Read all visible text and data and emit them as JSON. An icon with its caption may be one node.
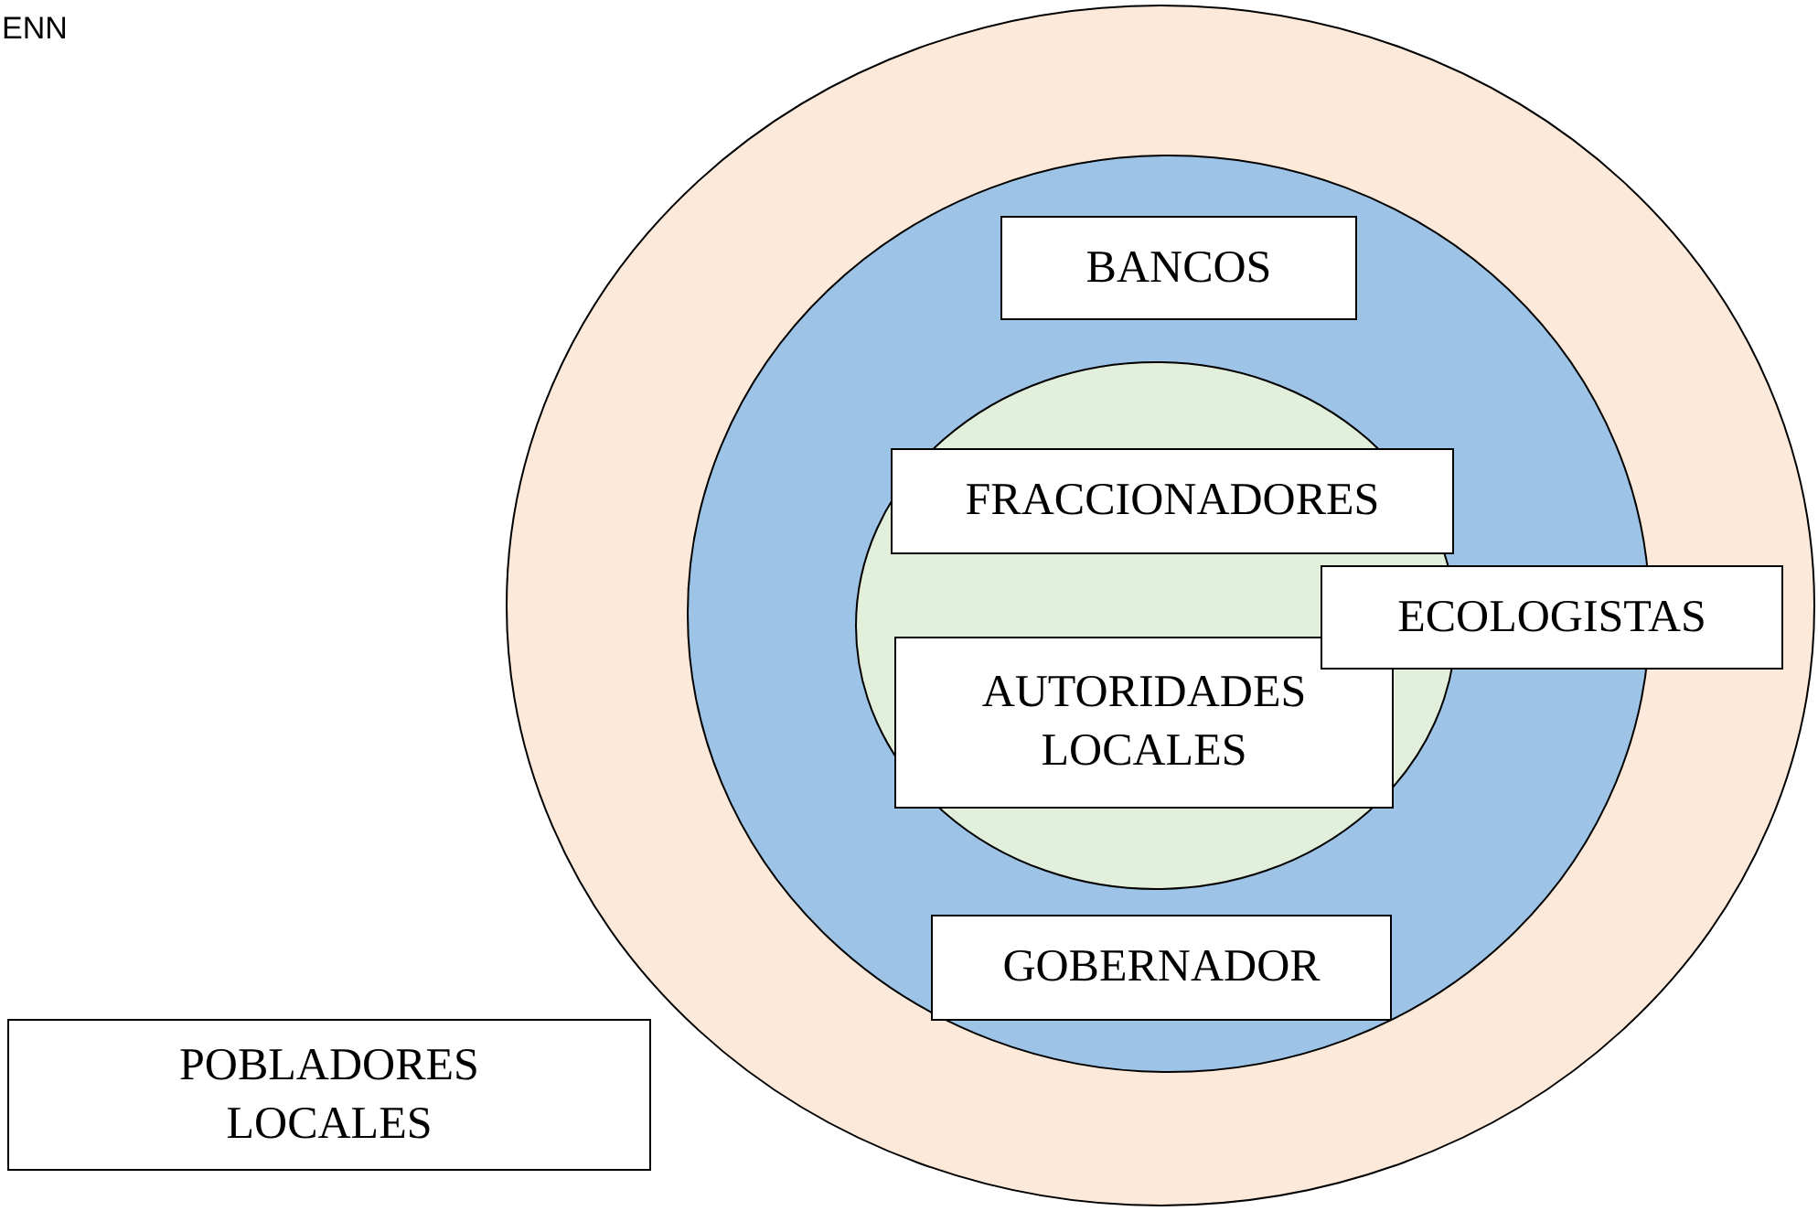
{
  "diagram": {
    "nodes": [
      {
        "text": [],
        "shape": "circle"
      },
      {
        "text": [],
        "shape": "circle",
        "in": 0
      },
      {
        "text": [],
        "shape": "circle",
        "in": 1
      },
      {
        "text": [
          "BANCOS"
        ],
        "in": 1
      },
      {
        "text": [
          "FRACCIONADORES"
        ],
        "in": 2
      },
      {
        "text": [
          "ECOLOGISTAS"
        ],
        "in": 0
      },
      {
        "text": [
          "AUTORIDADES LOCALES"
        ],
        "in": 2
      },
      {
        "text": [
          "GOBERNADOR"
        ],
        "in": 1
      },
      {
        "text": [
          "POBLADORES LOCALES"
        ]
      }
    ],
    "labels": [
      "ENN"
    ]
  }
}
